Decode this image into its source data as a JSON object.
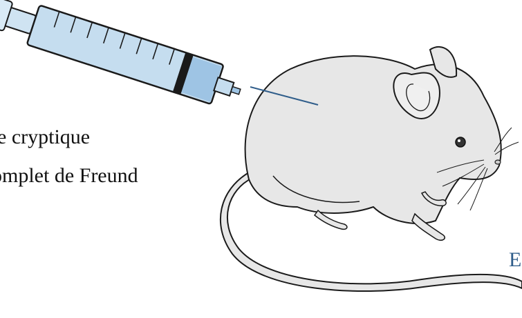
{
  "labels": {
    "line1": "e cryptique",
    "line2": "omplet de Freund",
    "cut_right": "E"
  },
  "colors": {
    "background": "#ffffff",
    "text": "#111111",
    "accent_text": "#2f5d8a",
    "mouse_fill": "#e7e7e7",
    "mouse_stroke": "#1a1a1a",
    "ear_inner": "#f0f0f0",
    "syringe_barrel": "#c5ddef",
    "syringe_liquid": "#9ec4e4",
    "needle": "#2f5d8a"
  },
  "icons": {
    "syringe": "syringe-icon",
    "mouse": "mouse-illustration"
  }
}
